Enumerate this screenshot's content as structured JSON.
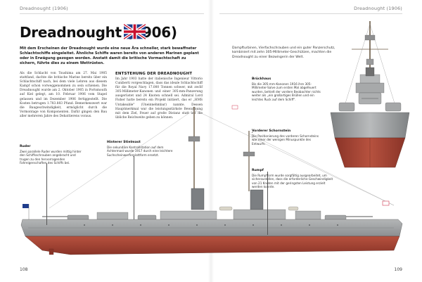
{
  "running_heads": {
    "left": "Dreadnought (1906)",
    "right": "Dreadnought (1906)"
  },
  "title": "Dreadnought (1906)",
  "flag_icon": "union-jack-flag-icon",
  "intro": "Mit dem Erscheinen der Dreadnought wurde eine neue Ära schneller, stark bewaffneter Schlachtschiffe eingeleitet. Ähnliche Schiffe waren bereits von anderen Marinen geplant oder in Erwägung gezogen worden. Anstatt damit die britische Vormachtschaft zu sichern, führte dies zu einem Wettrüsten.",
  "body_col_1": "Als die Schlacht von Tsushima am 27. Mai 1905 stattfand, dachte die britische Marine bereits über ein Schlachtschiff nach, bei dem viele Lehren aus diesem Kampf schon vorweggenommen zu sein schienen. Die Dreadnought wurde am 2. Oktober 1905 in Portsmouth auf Kiel gelegt, am 10. Februar 1906 vom Stapel gelassen und im Dezember 1906 fertiggestellt. Die Kosten betrugen 1.783.883 Pfund. Bemerkenswert war die Baugeschwindigkeit, ermöglicht durch die Vormontage von Komponenten. Dafür gingen den Bau aller mehreren Jahre des Debattierens voraus.",
  "sub_head": "ENTSTEHUNG DER DREADNOUGHT",
  "body_col_2": "Im Jahr 1903 hatte der italienische Ingenieur Vittorio Cuniberti vorgeschlagen, dass das ideale Schlachtschiff für die Royal Navy 17.000 Tonnen schwer, mit zwölf 305-Millimeter-Kanonen und einer 305-mm-Panzerung ausgerüstet und 24 Knoten schnell sei. Admiral Lord Fisher hatte bereits ein Projekt initiiert, das er „HMS Untakeable\" (Uneinnehmbar) nannte. Dessen Hauptmerkmal war die leistungsstärkste Bewaffnung mit dem Ziel, Feuer auf große Distanz statt auf die übliche Reichweite geben zu können.",
  "caption_top": "Dampfturbinen, Vierfachschrauben und ein guter Panzerschutz, kombiniert mit zehn 305-Millimeter-Geschützen, machten die Dreadnought zu einer Bezwingerin der Welt.",
  "callouts": {
    "ruder": {
      "title": "Ruder",
      "text": "Zwei parallele Ruder wurden mittig hinter den Schiffsschrauben angebracht und trugen zu den hervorragenden Fahreigenschaften des Schiffs bei."
    },
    "mast": {
      "title": "Hinterer Stielmast",
      "text": "Die sekundäre Kontrollstation auf dem Achtermast wurde 1917 durch eine leichtere Suchscheinwerferplattform ersetzt."
    },
    "brueckenhaus": {
      "title": "Brückhaus",
      "text": "Bis die 305-mm-Kanonen 1916 ihre 305-Millimeter-Salve zum ersten Mal abgefeuert wurden, behielt der vordere Beobachter nichts weiter als „ein großartiges Brüllen und ein leichtes Ruck auf dem Schiff\"."
    },
    "schornstein": {
      "title": "Vorderer Schornstein",
      "text": "Die Positionierung des vorderen Schornsteins war einer der wenigen Minuspunkte des Entwurfs."
    },
    "rumpf": {
      "title": "Rumpf",
      "text": "Die Rumpfform wurde sorgfältig ausgearbeitet, um sicherzustellen, dass die erforderliche Geschwindigkeit von 21 Knoten mit der geringsten Leistung erzielt werden konnte."
    }
  },
  "page_numbers": {
    "left": "108",
    "right": "109"
  },
  "colors": {
    "hull_grey": "#9a9c9e",
    "hull_red": "#a8473b",
    "deck": "#c6c3bb",
    "text": "#1a1a1a"
  }
}
